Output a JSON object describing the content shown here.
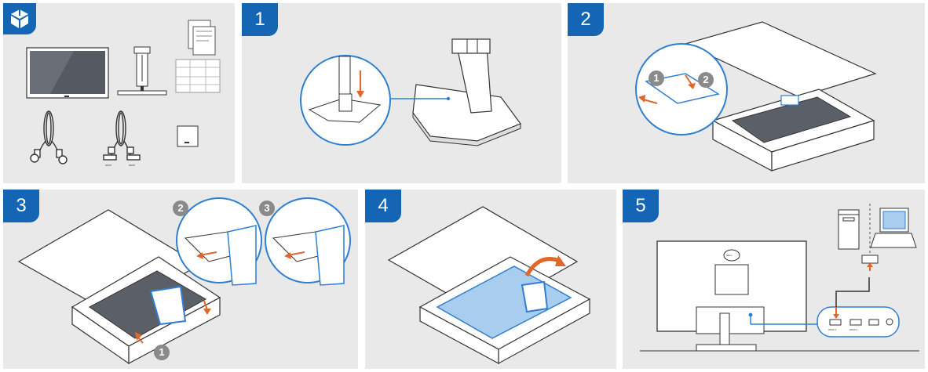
{
  "colors": {
    "panel_bg": "#e9e9ea",
    "badge": "#1565b5",
    "accent_blue": "#2f7fd0",
    "arrow_orange": "#e0662b",
    "line": "#333333"
  },
  "box_contents": {
    "badge_icon": "open-box-icon",
    "items": [
      "monitor",
      "stand-riser",
      "stand-base",
      "documentation",
      "power-cable",
      "hdmi-cable",
      "vesa-cover"
    ],
    "cable_labels": [
      "HDMI",
      "HDMI"
    ]
  },
  "steps": [
    {
      "number": "1"
    },
    {
      "number": "2",
      "callouts": [
        "1",
        "2"
      ]
    },
    {
      "number": "3",
      "callouts": [
        "2",
        "3",
        "1"
      ]
    },
    {
      "number": "4"
    },
    {
      "number": "5",
      "monitor_logo": "DELL",
      "ports": [
        "HDMI 1",
        "HDMI 2"
      ]
    }
  ]
}
